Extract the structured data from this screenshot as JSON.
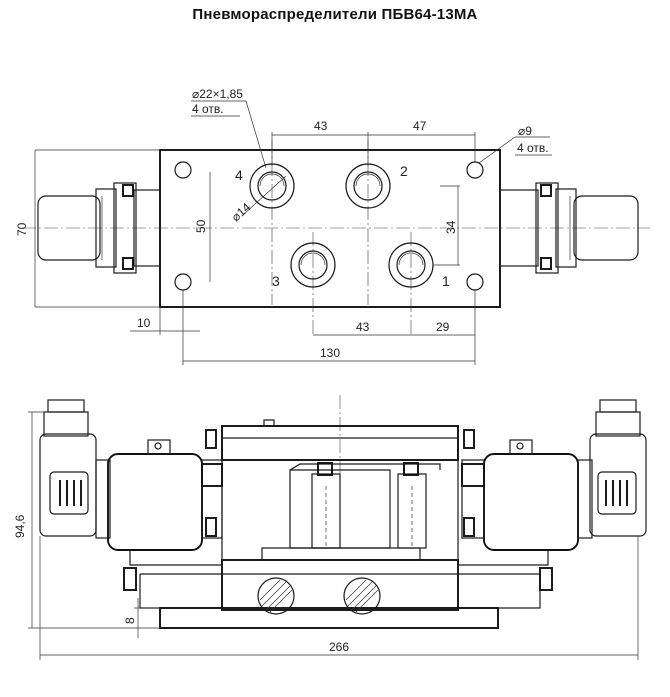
{
  "title": "Пневмораспределители ПБВ64-13МА",
  "top_view": {
    "port_labels": {
      "p1": "1",
      "p2": "2",
      "p3": "3",
      "p4": "4"
    },
    "callout_port": {
      "line1": "⌀22×1,85",
      "line2": "4 отв."
    },
    "callout_hole": {
      "line1": "⌀9",
      "line2": "4 отв."
    },
    "dims": {
      "d43_top": "43",
      "d47_top": "47",
      "d70": "70",
      "d50": "50",
      "d34": "34",
      "d14": "⌀14",
      "d10": "10",
      "d43_bottom": "43",
      "d29": "29",
      "d130": "130"
    }
  },
  "front_view": {
    "dims": {
      "d94_6": "94,6",
      "d8": "8",
      "d266": "266"
    }
  },
  "colors": {
    "line": "#1a1a1a",
    "background": "#ffffff"
  }
}
